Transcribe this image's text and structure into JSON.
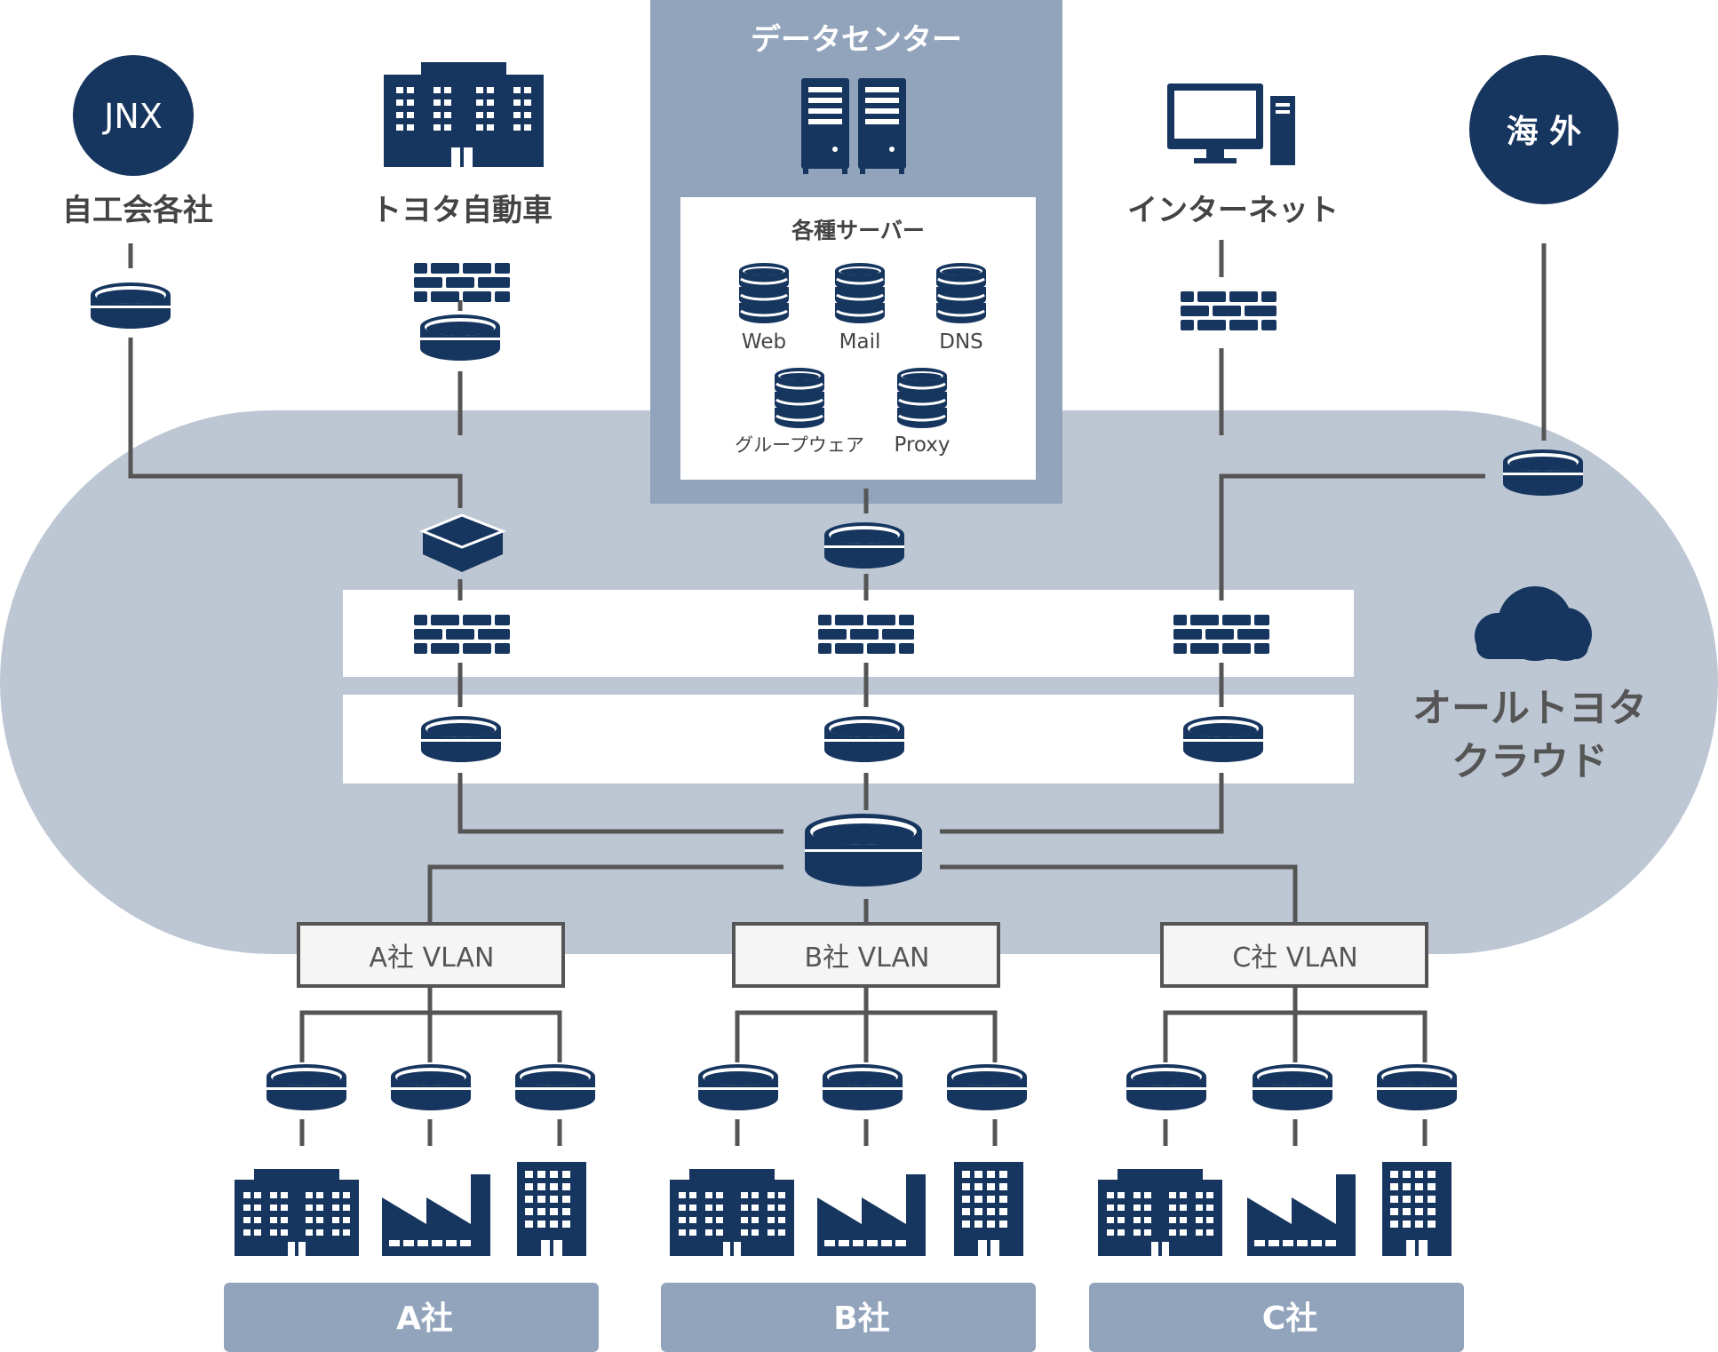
{
  "labels": {
    "jnx": "JNX",
    "jnx_caption": "自工会各社",
    "toyota_caption": "トヨタ自動車",
    "datacenter": "データセンター",
    "servers_title": "各種サーバー",
    "srv_web": "Web",
    "srv_mail": "Mail",
    "srv_dns": "DNS",
    "srv_groupware": "グループウェア",
    "srv_proxy": "Proxy",
    "internet_caption": "インターネット",
    "overseas": "海 外",
    "cloud_line1": "オールトヨタ",
    "cloud_line2": "クラウド",
    "vlan_a": "A社 VLAN",
    "vlan_b": "B社 VLAN",
    "vlan_c": "C社 VLAN",
    "company_a": "A社",
    "company_b": "B社",
    "company_c": "C社"
  },
  "colors": {
    "navy": "#17365f",
    "slate": "#92a4bc",
    "cloud": "#bdc7d4",
    "line": "#555555",
    "text": "#444444",
    "vlan_fill": "#f4f5f4"
  },
  "icons": [
    "building-icon",
    "server-rack-icon",
    "desktop-computer-icon",
    "database-icon",
    "router-icon",
    "firewall-icon",
    "switch-icon",
    "cloud-icon",
    "office-building-icon",
    "factory-icon",
    "tower-building-icon"
  ]
}
